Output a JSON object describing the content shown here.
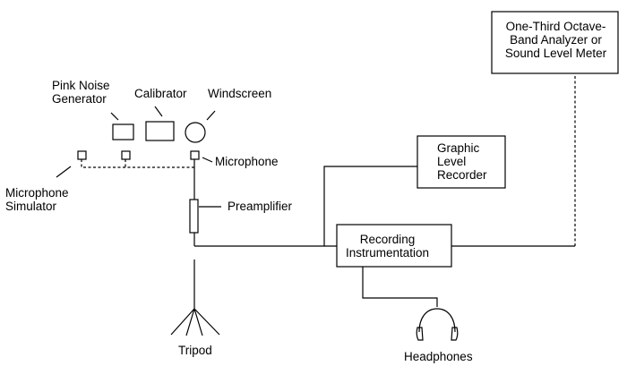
{
  "labels": {
    "pink_noise_generator": "Pink Noise\nGenerator",
    "calibrator": "Calibrator",
    "windscreen": "Windscreen",
    "microphone": "Microphone",
    "microphone_simulator": "Microphone\nSimulator",
    "preamplifier": "Preamplifier",
    "tripod": "Tripod",
    "graphic_level_recorder": "Graphic\nLevel\nRecorder",
    "recording_instrumentation": "Recording\nInstrumentation",
    "analyzer": "One-Third Octave-\nBand Analyzer or\nSound Level Meter",
    "headphones": "Headphones"
  }
}
